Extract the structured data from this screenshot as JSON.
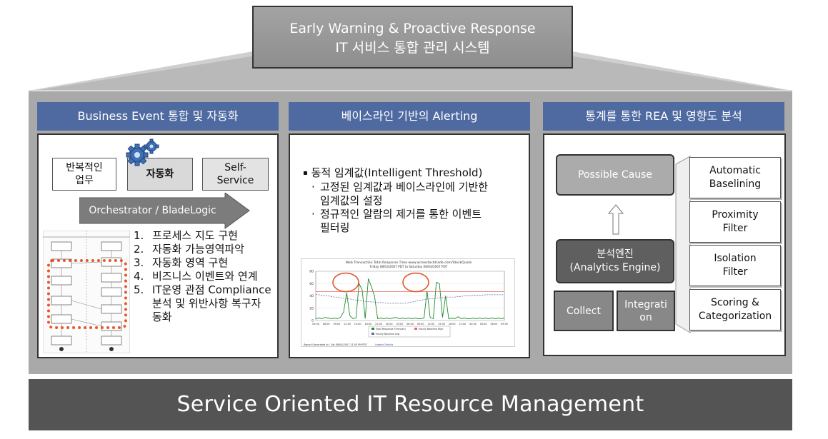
{
  "title": {
    "line1": "Early Warning & Proactive Response",
    "line2": "IT 서비스 통합 관리 시스템"
  },
  "columns": [
    {
      "header": "Business Event 통합 및 자동화",
      "boxes": {
        "repetitive": [
          "반복적인",
          "업무"
        ],
        "automation": "자동화",
        "self_service": [
          "Self-",
          "Service"
        ]
      },
      "arrow_label": "Orchestrator / BladeLogic",
      "list": [
        [
          "1.",
          "프로세스 지도 구현"
        ],
        [
          "2.",
          "자동화 가능영역파악"
        ],
        [
          "3.",
          "자동화 영역 구현"
        ],
        [
          "4.",
          "비즈니스 이벤트와 연계"
        ],
        [
          "5.",
          "IT운영 관점 Compliance"
        ],
        [
          "",
          "분석 및 위반사항 복구자"
        ],
        [
          "",
          "동화"
        ]
      ]
    },
    {
      "header": "베이스라인 기반의 Alerting",
      "bullet_main": "동적 임계값(Intelligent Threshold)",
      "sub_bullets": [
        [
          "고정된 임계값과 베이스라인에 기반한",
          "임계값의 설정"
        ],
        [
          "정규적인 알람의 제거를 통한 이벤트",
          "필터링"
        ]
      ]
    },
    {
      "header": "통계를 통한 REA 및 영향도 분석",
      "possible_cause": "Possible Cause",
      "engine": [
        "분석엔진",
        "(Analytics Engine)"
      ],
      "collect": "Collect",
      "integration": [
        "Integrati",
        "on"
      ],
      "filters": [
        [
          "Automatic",
          "Baselining"
        ],
        [
          "Proximity",
          "Filter"
        ],
        [
          "Isolation",
          "Filter"
        ],
        [
          "Scoring &",
          "Categorization"
        ]
      ]
    }
  ],
  "base_label": "Service Oriented IT Resource Management",
  "chart_data": {
    "type": "line",
    "title": "Web Transaction Total Response Time www.acmestocktrade.com/StockQuote",
    "subtitle": "Friday 08/03/2007 PDT to Saturday 08/04/2007 PDT",
    "y_ticks": [
      "80",
      "60",
      "40",
      "20",
      "0"
    ],
    "ylim": [
      0,
      80
    ],
    "x_ticks": [
      "03:00",
      "06:00",
      "09:00",
      "12:00",
      "15:00",
      "18:00",
      "21:00",
      "00:00",
      "03:00",
      "06:00",
      "09:00",
      "12:00",
      "15:00",
      "18:00",
      "21:00",
      "00:00",
      "03:00",
      "06:00",
      "09:00"
    ],
    "legend": [
      "Total Response Time(sec)",
      "Hourly Baseline High",
      "Hourly Baseline Low"
    ],
    "footer": [
      "Report Generated at : Sat 08/04/2007 11:55 PM PDT",
      "Legend Details"
    ],
    "series": [
      {
        "name": "Total Response Time(sec)",
        "values": [
          3,
          4,
          3,
          5,
          4,
          3,
          4,
          3,
          5,
          14,
          45,
          8,
          3,
          4,
          60,
          50,
          3,
          68,
          55,
          40,
          3,
          4,
          3,
          4,
          3,
          4,
          5,
          3,
          4,
          3,
          4,
          3,
          4,
          3,
          3,
          4,
          48,
          5,
          3,
          62,
          60,
          5,
          40,
          3,
          4,
          3,
          6,
          3,
          4,
          3,
          3,
          4,
          3,
          4,
          3,
          4,
          3,
          4,
          3,
          4,
          3,
          4
        ]
      },
      {
        "name": "Hourly Baseline High",
        "values": [
          47,
          47,
          47,
          47,
          47,
          47,
          47,
          47,
          47,
          47,
          47,
          47,
          47,
          47,
          47,
          47,
          47,
          47,
          47,
          47,
          47,
          47,
          47,
          47,
          47,
          47,
          47,
          47,
          47,
          47,
          47,
          47,
          47,
          47,
          47,
          47,
          47,
          47,
          47,
          47,
          47,
          47,
          47,
          47,
          47,
          47,
          47,
          47,
          47,
          47,
          47,
          47,
          47,
          47,
          47,
          47,
          47,
          47,
          47,
          47,
          47,
          47
        ]
      },
      {
        "name": "Hourly Baseline Low",
        "values": [
          42,
          42,
          41,
          40,
          40,
          39,
          38,
          38,
          37,
          36,
          36,
          35,
          34,
          33,
          33,
          32,
          31,
          31,
          30,
          30,
          29,
          29,
          29,
          28,
          28,
          28,
          28,
          28,
          28,
          28,
          29,
          30,
          31,
          32,
          33,
          34,
          35,
          35,
          36,
          36,
          37,
          37,
          38,
          38,
          38,
          38,
          39,
          39,
          40,
          40,
          40,
          41,
          41,
          41,
          41,
          42,
          42,
          42,
          42,
          42,
          42,
          42
        ]
      }
    ]
  }
}
